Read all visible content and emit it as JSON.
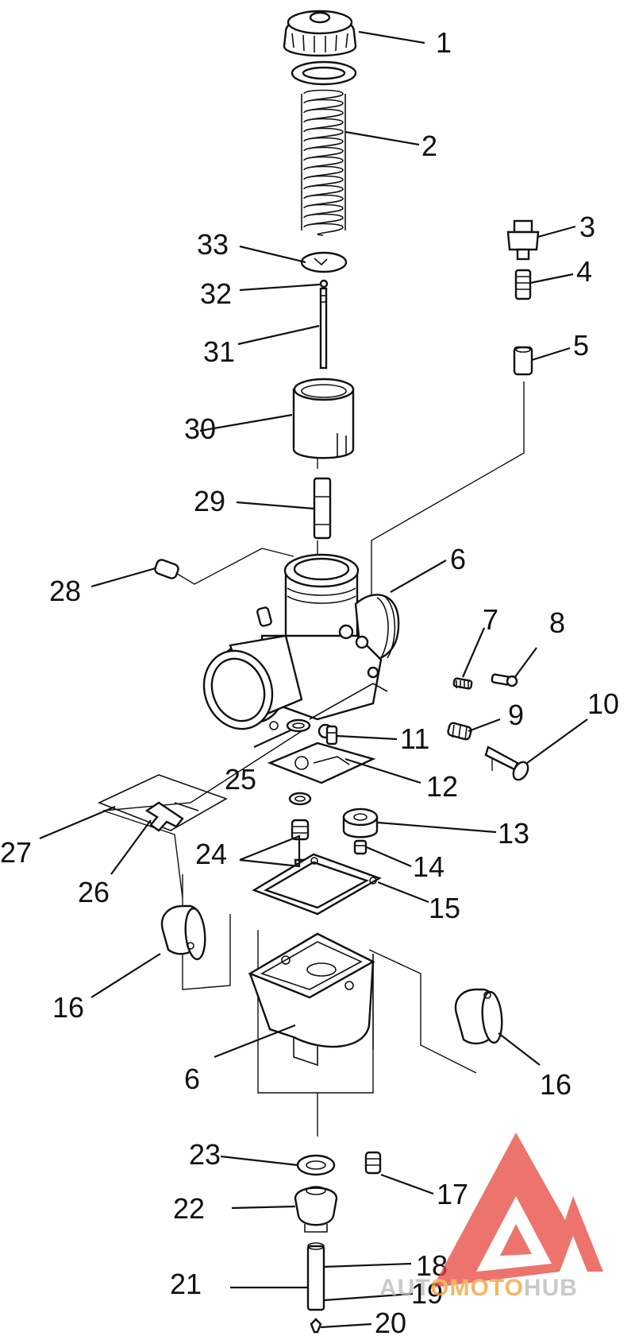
{
  "callouts": {
    "c1": "1",
    "c2": "2",
    "c3": "3",
    "c4": "4",
    "c5": "5",
    "c6a": "6",
    "c6b": "6",
    "c7": "7",
    "c8": "8",
    "c9": "9",
    "c10": "10",
    "c11": "11",
    "c12": "12",
    "c13": "13",
    "c14": "14",
    "c15": "15",
    "c16a": "16",
    "c16b": "16",
    "c17": "17",
    "c18": "18",
    "c19": "19",
    "c20": "20",
    "c21": "21",
    "c22": "22",
    "c23": "23",
    "c24": "24",
    "c25": "25",
    "c26": "26",
    "c27": "27",
    "c28": "28",
    "c29": "29",
    "c30": "30",
    "c31": "31",
    "c32": "32",
    "c33": "33"
  },
  "watermark": {
    "text": "AUTOMOTOHUB",
    "logo_color": "#e8463c",
    "text_color_main": "#b8b8b8",
    "text_color_accent": "#f0a030"
  }
}
